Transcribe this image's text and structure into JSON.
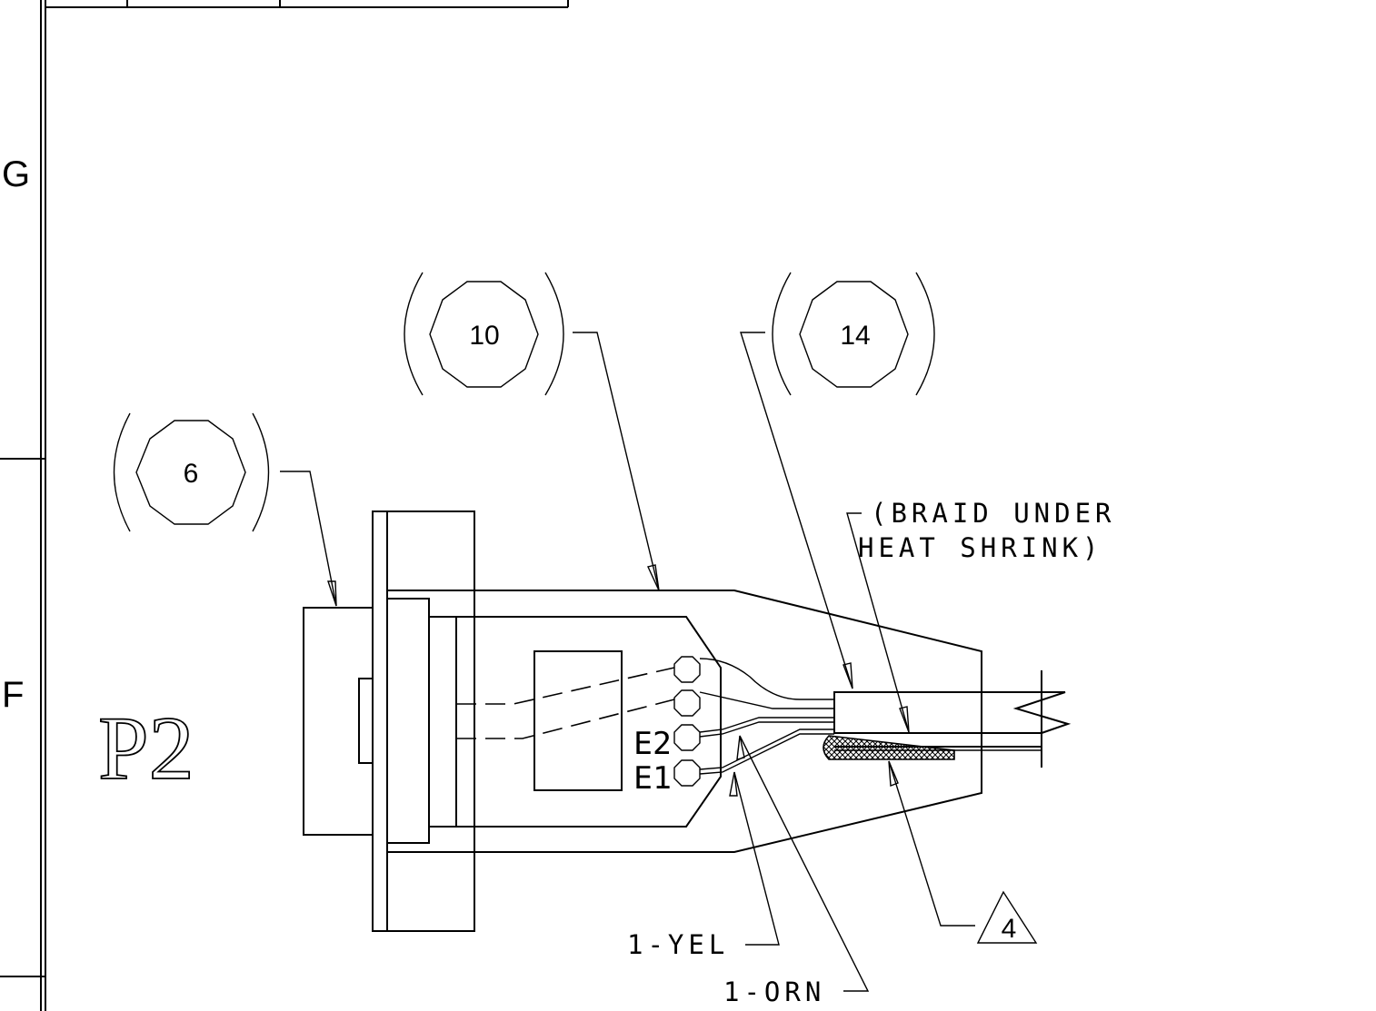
{
  "zone_labels": {
    "upper": "G",
    "lower": "F"
  },
  "reference_designator": "P2",
  "balloons": [
    {
      "id": "balloon-6",
      "text": "6"
    },
    {
      "id": "balloon-10",
      "text": "10"
    },
    {
      "id": "balloon-14",
      "text": "14"
    }
  ],
  "notes": {
    "braid_line1": "(BRAID UNDER",
    "braid_line2": "HEAT SHRINK)"
  },
  "wire_labels": {
    "yellow": "1-YEL",
    "orange": "1-ORN"
  },
  "terminal_labels": {
    "e2": "E2",
    "e1": "E1"
  },
  "flag_note": "4"
}
